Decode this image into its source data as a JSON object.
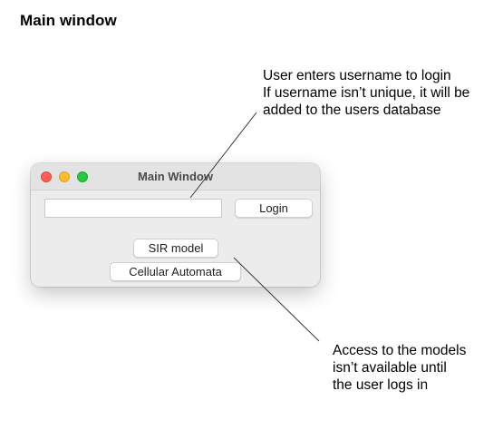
{
  "page": {
    "heading": "Main window"
  },
  "annotations": {
    "login_note": [
      "User enters username to login",
      "If username isn’t unique, it will be",
      "added to the users database"
    ],
    "models_note": [
      "Access to the models",
      "isn’t available until",
      "the user logs in"
    ]
  },
  "window": {
    "title": "Main Window",
    "username_value": "",
    "login_label": "Login",
    "sir_label": "SIR model",
    "cellular_label": "Cellular Automata"
  },
  "colors": {
    "close": "#ff5f57",
    "minimize": "#febc2e",
    "maximize": "#28c840",
    "window_bg": "#ececec"
  }
}
